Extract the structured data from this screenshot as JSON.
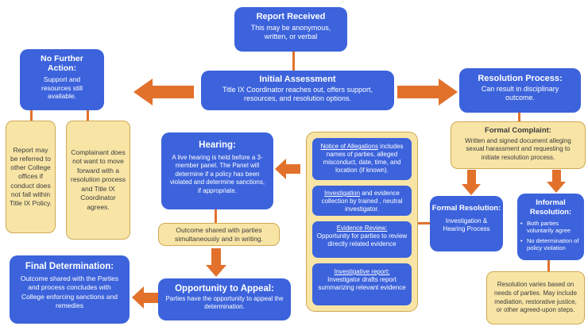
{
  "colors": {
    "node_blue": "#3c63dc",
    "node_yellow": "#f8e5a6",
    "yellow_border": "#cfa852",
    "arrow_orange": "#e2712c",
    "text_light": "#ffffff",
    "text_dark": "#3c3c3c"
  },
  "nodes": {
    "report_received": {
      "title": "Report Received",
      "body": "This may be anonymous, written, or verbal"
    },
    "initial_assessment": {
      "title": "Initial Assessment",
      "body": "Title IX Coordinator reaches out, offers support, resources, and resolution options."
    },
    "no_further_action": {
      "title": "No Further Action:",
      "body": "Support and resources still available."
    },
    "report_referred": {
      "body": "Report may be referred to other College offices if conduct does not fall within Title IX Policy."
    },
    "complainant_declines": {
      "body": "Complainant does not want to move forward with a resolution process and Title IX Coordinator agrees."
    },
    "hearing": {
      "title": "Hearing:",
      "body": "A live hearing is held before a 3-member panel. The Panel will determine if a policy has been violated and determine sanctions, if appropriate."
    },
    "outcome_shared": {
      "body": "Outcome shared with parties simultaneously and in writing."
    },
    "opportunity_to_appeal": {
      "title": "Opportunity to Appeal:",
      "body": "Parties have the opportunity to appeal the determination."
    },
    "final_determination": {
      "title": "Final Determination:",
      "body": "Outcome shared with the Parties and process concludes with College enforcing sanctions and remedies"
    },
    "resolution_process": {
      "title": "Resolution Process:",
      "body": "Can result in disciplinary outcome."
    },
    "formal_complaint": {
      "title": "Formal Complaint:",
      "body": "Written and signed document alleging sexual harassment and requesting to initiate resolution process."
    },
    "notice_of_allegations": {
      "lead": "Notice of Allegations",
      "rest": " includes names of parties, alleged misconduct, date, time, and location (if known)."
    },
    "investigation": {
      "lead": "Investigation",
      "rest": " and evidence collection by trained , neutral investigator."
    },
    "evidence_review": {
      "lead": "Evidence Review:",
      "rest": "Opportunity for parties to review  directly related evidence"
    },
    "investigative_report": {
      "lead": "Investigative report:",
      "rest": "Investigator drafts report summarizing relevant evidence"
    },
    "formal_resolution": {
      "title": "Formal Resolution:",
      "body": "Investigation & Hearing Process"
    },
    "informal_resolution": {
      "title": "Informal Resolution:",
      "bullets": [
        "Both parties voluntarily agree",
        "No determination of policy violation"
      ]
    },
    "resolution_varies": {
      "body": "Resolution varies based on needs of parties. May include mediation, restorative justice, or other agreed-upon steps."
    }
  }
}
